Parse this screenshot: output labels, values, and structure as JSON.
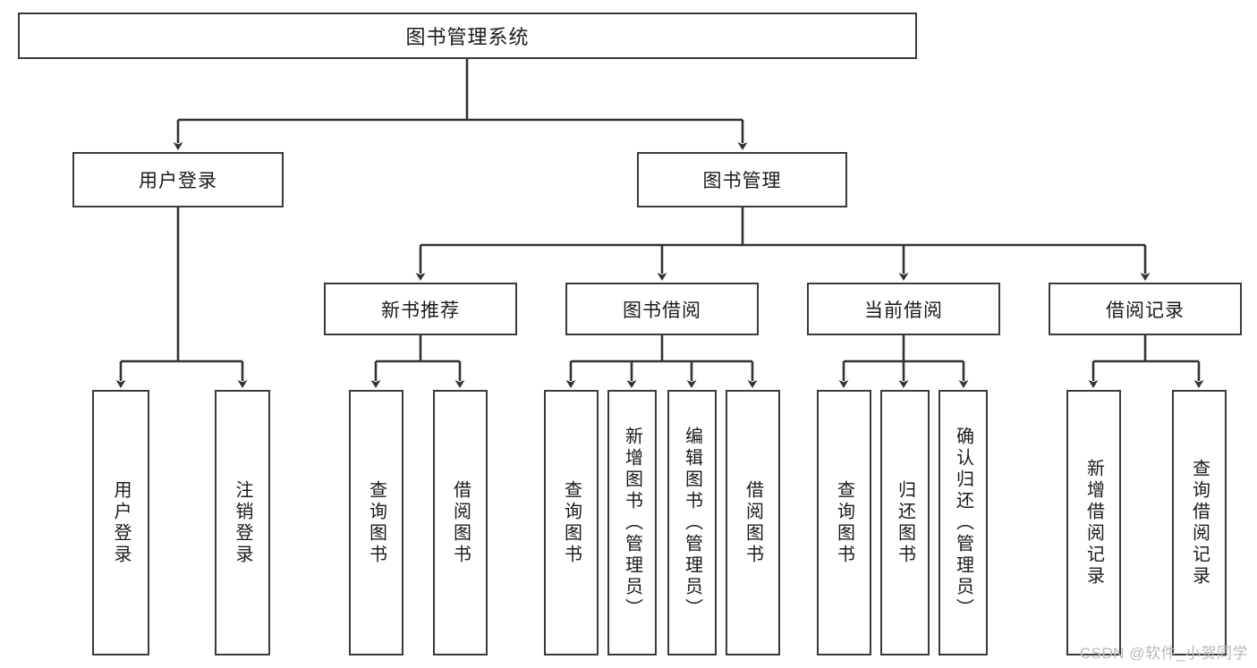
{
  "diagram": {
    "title": "图书管理系统",
    "type": "tree-hierarchy-chart",
    "colors": {
      "box_border": "#3a3a3a",
      "box_fill": "#ffffff",
      "edge": "#333333",
      "text": "#1a1a1a",
      "watermark": "#b9b9b9"
    },
    "root": {
      "label": "图书管理系统"
    },
    "level2": [
      {
        "label": "用户登录"
      },
      {
        "label": "图书管理"
      }
    ],
    "level3": [
      {
        "label": "新书推荐"
      },
      {
        "label": "图书借阅"
      },
      {
        "label": "当前借阅"
      },
      {
        "label": "借阅记录"
      }
    ],
    "leaves": [
      {
        "label": "用户登录",
        "parent": "用户登录"
      },
      {
        "label": "注销登录",
        "parent": "用户登录"
      },
      {
        "label": "查询图书",
        "parent": "新书推荐"
      },
      {
        "label": "借阅图书",
        "parent": "新书推荐"
      },
      {
        "label": "查询图书",
        "parent": "图书借阅"
      },
      {
        "label": "新增图书（管理员）",
        "parent": "图书借阅"
      },
      {
        "label": "编辑图书（管理员）",
        "parent": "图书借阅"
      },
      {
        "label": "借阅图书",
        "parent": "图书借阅"
      },
      {
        "label": "查询图书",
        "parent": "当前借阅"
      },
      {
        "label": "归还图书",
        "parent": "当前借阅"
      },
      {
        "label": "确认归还（管理员）",
        "parent": "当前借阅"
      },
      {
        "label": "新增借阅记录",
        "parent": "借阅记录"
      },
      {
        "label": "查询借阅记录",
        "parent": "借阅记录"
      }
    ],
    "watermark": "CSDN @软件_小贺同学"
  }
}
